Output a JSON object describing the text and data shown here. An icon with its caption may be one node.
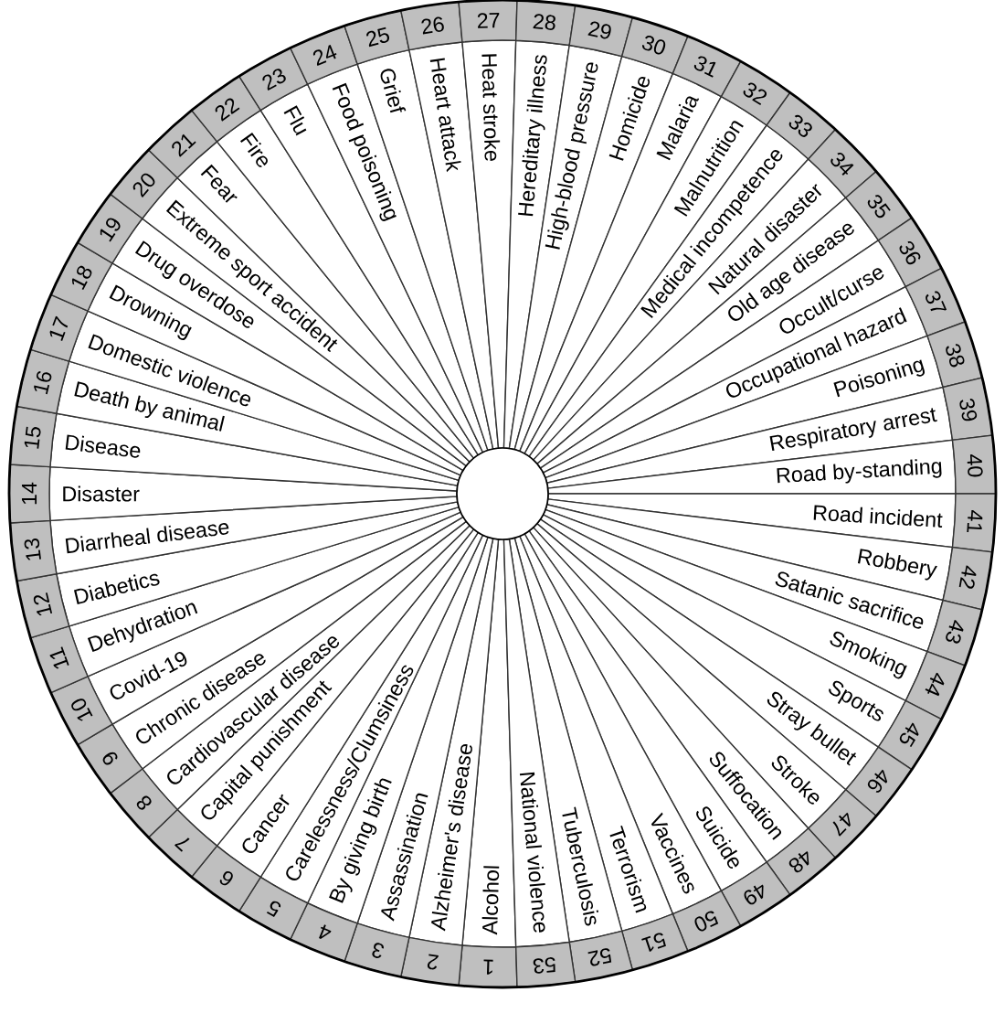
{
  "diagram": {
    "nodes": [
      {
        "text": [
          "1",
          "Alcohol"
        ]
      },
      {
        "text": [
          "2",
          "Alzheimer's disease"
        ]
      },
      {
        "text": [
          "3",
          "Assassination"
        ]
      },
      {
        "text": [
          "4",
          "By giving birth"
        ]
      },
      {
        "text": [
          "5",
          "Carelessness/Clumsiness"
        ]
      },
      {
        "text": [
          "6",
          "Cancer"
        ]
      },
      {
        "text": [
          "7",
          "Capital punishment"
        ]
      },
      {
        "text": [
          "8",
          "Cardiovascular disease"
        ]
      },
      {
        "text": [
          "9",
          "Chronic disease"
        ]
      },
      {
        "text": [
          "10",
          "Covid-19"
        ]
      },
      {
        "text": [
          "11",
          "Dehydration"
        ]
      },
      {
        "text": [
          "12",
          "Diabetics"
        ]
      },
      {
        "text": [
          "13",
          "Diarrheal disease"
        ]
      },
      {
        "text": [
          "14",
          "Disaster"
        ]
      },
      {
        "text": [
          "15",
          "Disease"
        ]
      },
      {
        "text": [
          "16",
          "Death by animal"
        ]
      },
      {
        "text": [
          "17",
          "Domestic violence"
        ]
      },
      {
        "text": [
          "18",
          "Drowning"
        ]
      },
      {
        "text": [
          "19",
          "Drug overdose"
        ]
      },
      {
        "text": [
          "20",
          "Extreme sport accident"
        ]
      },
      {
        "text": [
          "21",
          "Fear"
        ]
      },
      {
        "text": [
          "22",
          "Fire"
        ]
      },
      {
        "text": [
          "23",
          "Flu"
        ]
      },
      {
        "text": [
          "24",
          "Food poisoning"
        ]
      },
      {
        "text": [
          "25",
          "Grief"
        ]
      },
      {
        "text": [
          "26",
          "Heart attack"
        ]
      },
      {
        "text": [
          "27",
          "Heat stroke"
        ]
      },
      {
        "text": [
          "28",
          "Hereditary illness"
        ]
      },
      {
        "text": [
          "29",
          "High-blood pressure"
        ]
      },
      {
        "text": [
          "30",
          "Homicide"
        ]
      },
      {
        "text": [
          "31",
          "Malaria"
        ]
      },
      {
        "text": [
          "32",
          "Malnutrition"
        ]
      },
      {
        "text": [
          "33",
          "Medical incompetence"
        ]
      },
      {
        "text": [
          "34",
          "Natural disaster"
        ]
      },
      {
        "text": [
          "35",
          "Old age disease"
        ]
      },
      {
        "text": [
          "36",
          "Occult/curse"
        ]
      },
      {
        "text": [
          "37",
          "Occupational hazard"
        ]
      },
      {
        "text": [
          "38",
          "Poisoning"
        ]
      },
      {
        "text": [
          "39",
          "Respiratory arrest"
        ]
      },
      {
        "text": [
          "40",
          "Road by-standing"
        ]
      },
      {
        "text": [
          "41",
          "Road incident"
        ]
      },
      {
        "text": [
          "42",
          "Robbery"
        ]
      },
      {
        "text": [
          "43",
          "Satanic sacrifice"
        ]
      },
      {
        "text": [
          "44",
          "Smoking"
        ]
      },
      {
        "text": [
          "45",
          "Sports"
        ]
      },
      {
        "text": [
          "46",
          "Stray bullet"
        ]
      },
      {
        "text": [
          "47",
          "Stroke"
        ]
      },
      {
        "text": [
          "48",
          "Suffocation"
        ]
      },
      {
        "text": [
          "49",
          "Suicide"
        ]
      },
      {
        "text": [
          "50",
          "Vaccines"
        ]
      },
      {
        "text": [
          "51",
          "Terrorism"
        ]
      },
      {
        "text": [
          "52",
          "Tuberculosis"
        ]
      },
      {
        "text": [
          "53",
          "National violence"
        ]
      }
    ]
  }
}
